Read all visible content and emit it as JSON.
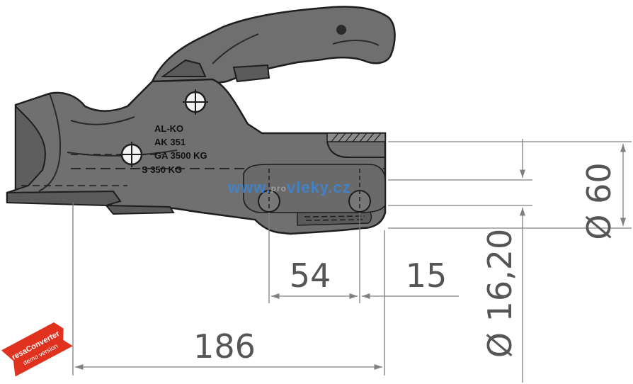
{
  "part_markings": [
    "AL-KO",
    "AK 351",
    "GA 3500 KG",
    "S 350 KG"
  ],
  "dimensions": {
    "hole_spacing": "54",
    "hole_to_end": "15",
    "overall_length": "186",
    "hole_diameter": "Ø 16,20",
    "ball_diameter": "Ø 60"
  },
  "watermark": {
    "site_prefix": "www.",
    "site_middle": "pro",
    "site_suffix": "vleky.cz"
  },
  "badge": {
    "brand": "resaConverter",
    "note": "demo version"
  },
  "colors": {
    "body_fill": "#6f6f6f",
    "body_dark": "#3a3a3a",
    "dimension_line": "#808080",
    "watermark_blue": "#3a86d9",
    "badge_red": "#e0321e"
  }
}
